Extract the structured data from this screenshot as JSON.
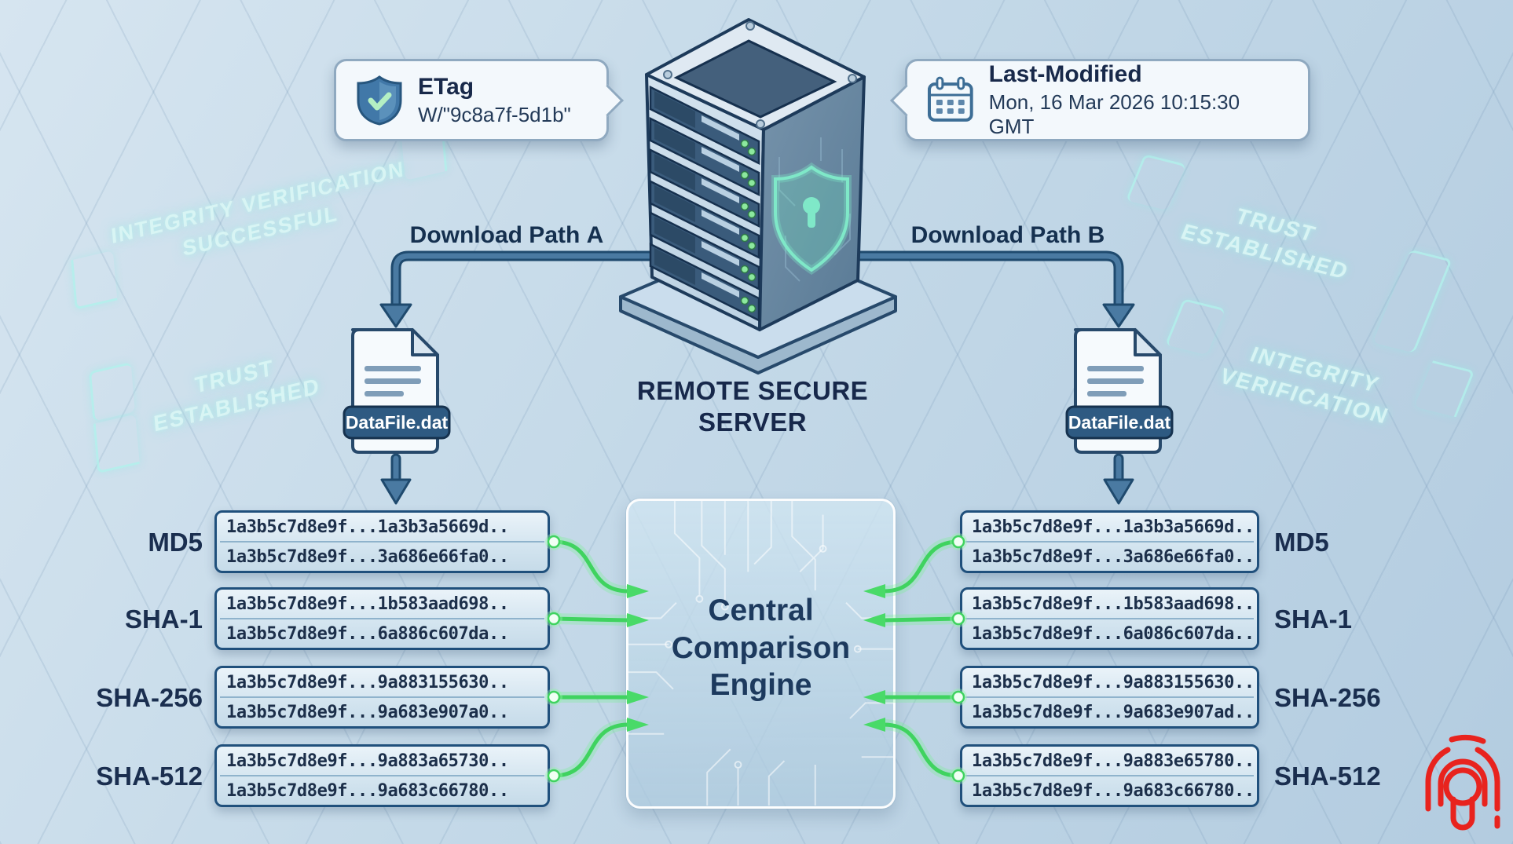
{
  "callouts": {
    "etag": {
      "title": "ETag",
      "value": "W/\"9c8a7f-5d1b\""
    },
    "last_modified": {
      "title": "Last-Modified",
      "value": "Mon, 16 Mar 2026 10:15:30 GMT"
    }
  },
  "server": {
    "label_line1": "REMOTE SECURE",
    "label_line2": "SERVER"
  },
  "paths": {
    "a": {
      "prefix": "Download Path ",
      "variant": "A"
    },
    "b": {
      "prefix": "Download Path ",
      "variant": "B"
    }
  },
  "files": {
    "left": {
      "name": "DataFile.dat"
    },
    "right": {
      "name": "DataFile.dat"
    }
  },
  "watermarks": {
    "left_top": {
      "line1": "INTEGRITY VERIFICATION",
      "line2": "SUCCESSFUL"
    },
    "left_bottom": {
      "line1": "TRUST",
      "line2": "ESTABLISHED"
    },
    "right_top": {
      "line1": "TRUST",
      "line2": "ESTABLISHED"
    },
    "right_bottom": {
      "line1": "INTEGRITY",
      "line2": "VERIFICATION"
    }
  },
  "engine": {
    "line1": "Central",
    "line2": "Comparison",
    "line3": "Engine"
  },
  "hashes": {
    "left": [
      {
        "algo": "MD5",
        "line1": "1a3b5c7d8e9f...1a3b3a5669d..",
        "line2": "1a3b5c7d8e9f...3a686e66fa0.."
      },
      {
        "algo": "SHA-1",
        "line1": "1a3b5c7d8e9f...1b583aad698..",
        "line2": "1a3b5c7d8e9f...6a886c607da.."
      },
      {
        "algo": "SHA-256",
        "line1": "1a3b5c7d8e9f...9a883155630..",
        "line2": "1a3b5c7d8e9f...9a683e907a0.."
      },
      {
        "algo": "SHA-512",
        "line1": "1a3b5c7d8e9f...9a883a65730..",
        "line2": "1a3b5c7d8e9f...9a683c66780.."
      }
    ],
    "right": [
      {
        "algo": "MD5",
        "line1": "1a3b5c7d8e9f...1a3b3a5669d..",
        "line2": "1a3b5c7d8e9f...3a686e66fa0.."
      },
      {
        "algo": "SHA-1",
        "line1": "1a3b5c7d8e9f...1b583aad698..",
        "line2": "1a3b5c7d8e9f...6a086c607da.."
      },
      {
        "algo": "SHA-256",
        "line1": "1a3b5c7d8e9f...9a883155630..",
        "line2": "1a3b5c7d8e9f...9a683e907ad.."
      },
      {
        "algo": "SHA-512",
        "line1": "1a3b5c7d8e9f...9a883e65780..",
        "line2": "1a3b5c7d8e9f...9a683c66780.."
      }
    ]
  },
  "colors": {
    "accent_green": "#43d965",
    "arrow_blue": "#4a7aa2",
    "navy": "#17284b",
    "watermark_cyan": "#daf5f4",
    "logo_red": "#e8231e"
  }
}
